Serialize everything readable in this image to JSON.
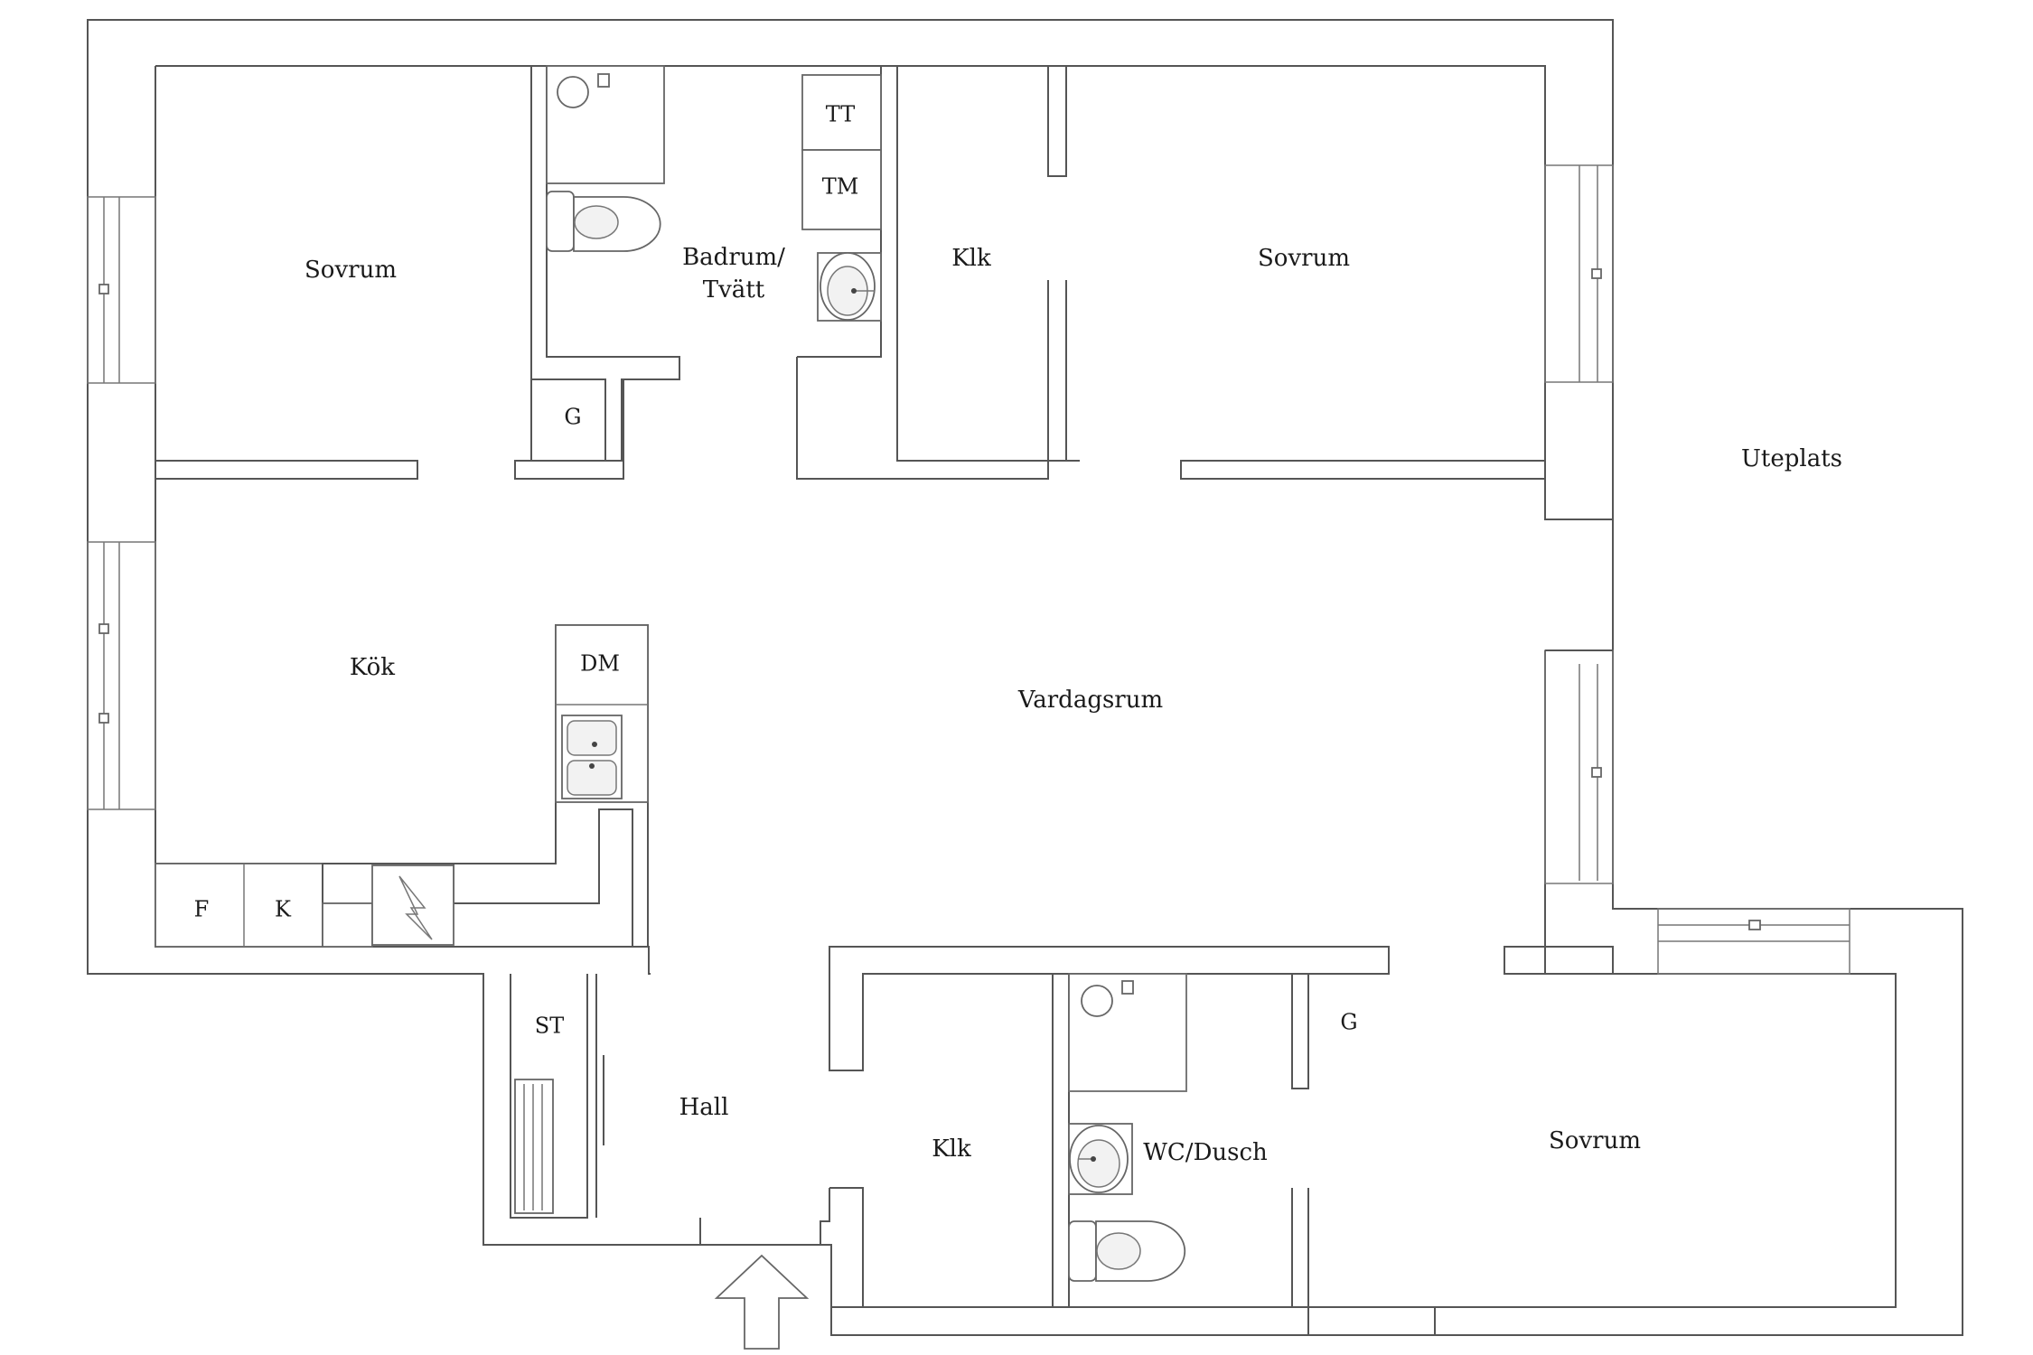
{
  "floorplan": {
    "rooms": {
      "sovrum_nw": "Sovrum",
      "badrum_line1": "Badrum/",
      "badrum_line2": "Tvätt",
      "tt": "TT",
      "tm": "TM",
      "klk_north": "Klk",
      "sovrum_ne": "Sovrum",
      "g_bath": "G",
      "uteplats": "Uteplats",
      "kok": "Kök",
      "dm": "DM",
      "vardagsrum": "Vardagsrum",
      "f": "F",
      "k": "K",
      "st": "ST",
      "g_wc": "G",
      "hall": "Hall",
      "klk_south": "Klk",
      "wc_dusch": "WC/Dusch",
      "sovrum_se": "Sovrum"
    },
    "icons": {
      "entrance": "entrance-arrow-icon",
      "stove": "stove-icon",
      "toilet": "toilet-icon",
      "sink": "sink-icon",
      "shower": "shower-icon",
      "window": "window-icon"
    }
  }
}
